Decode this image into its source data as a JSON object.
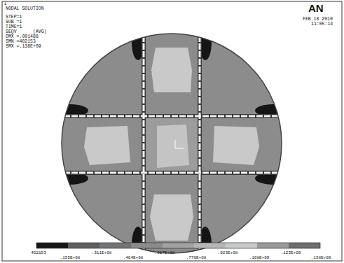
{
  "diagram": {
    "labels": [
      "1",
      "NODAL SOLUTION",
      "STEP=1",
      "SUB =1",
      "TIME=1",
      "SEQV      (AVG)",
      "DMX =.001488",
      "SMN =402153",
      "SMX =.138E+09",
      "AN",
      "FEB 18 2010",
      "11:05:14",
      "402153",
      ".155E+08",
      ".311E+08",
      ".464E+08",
      ".617E+08",
      ".770E+08",
      ".923E+08",
      ".108E+09",
      ".123E+09",
      ".138E+09"
    ]
  }
}
